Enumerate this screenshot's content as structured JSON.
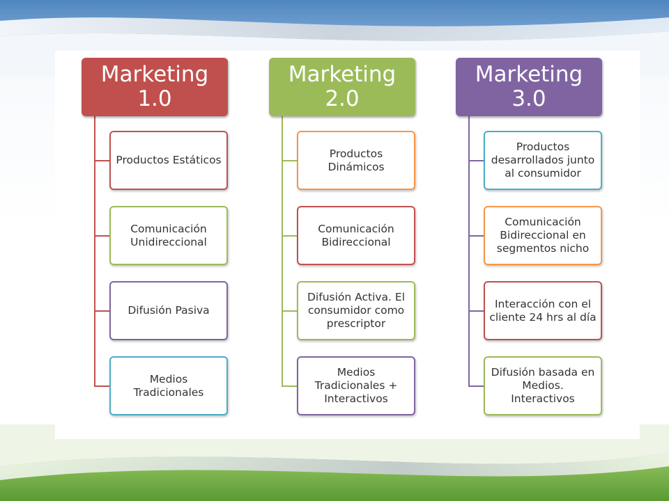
{
  "diagram": {
    "columns": [
      {
        "title_line1": "Marketing",
        "title_line2": "1.0",
        "color": "#c0504d",
        "items": [
          {
            "text": "Productos Estáticos",
            "border": "#c0504d"
          },
          {
            "text": "Comunicación Unidireccional",
            "border": "#9bbb59"
          },
          {
            "text": "Difusión Pasiva",
            "border": "#8064a2"
          },
          {
            "text": "Medios Tradicionales",
            "border": "#4bacc6"
          }
        ]
      },
      {
        "title_line1": "Marketing",
        "title_line2": "2.0",
        "color": "#9bbb59",
        "items": [
          {
            "text": "Productos Dinámicos",
            "border": "#f79646"
          },
          {
            "text": "Comunicación Bidireccional",
            "border": "#c0504d"
          },
          {
            "text": "Difusión Activa. El consumidor como prescriptor",
            "border": "#9bbb59"
          },
          {
            "text": "Medios Tradicionales + Interactivos",
            "border": "#8064a2"
          }
        ]
      },
      {
        "title_line1": "Marketing",
        "title_line2": "3.0",
        "color": "#8064a2",
        "items": [
          {
            "text": "Productos desarrollados junto al consumidor",
            "border": "#4bacc6"
          },
          {
            "text": "Comunicación Bidireccional en segmentos nicho",
            "border": "#f79646"
          },
          {
            "text": "Interacción con el cliente 24 hrs al día",
            "border": "#c0504d"
          },
          {
            "text": "Difusión basada en Medios. Interactivos",
            "border": "#9bbb59"
          }
        ]
      }
    ]
  }
}
